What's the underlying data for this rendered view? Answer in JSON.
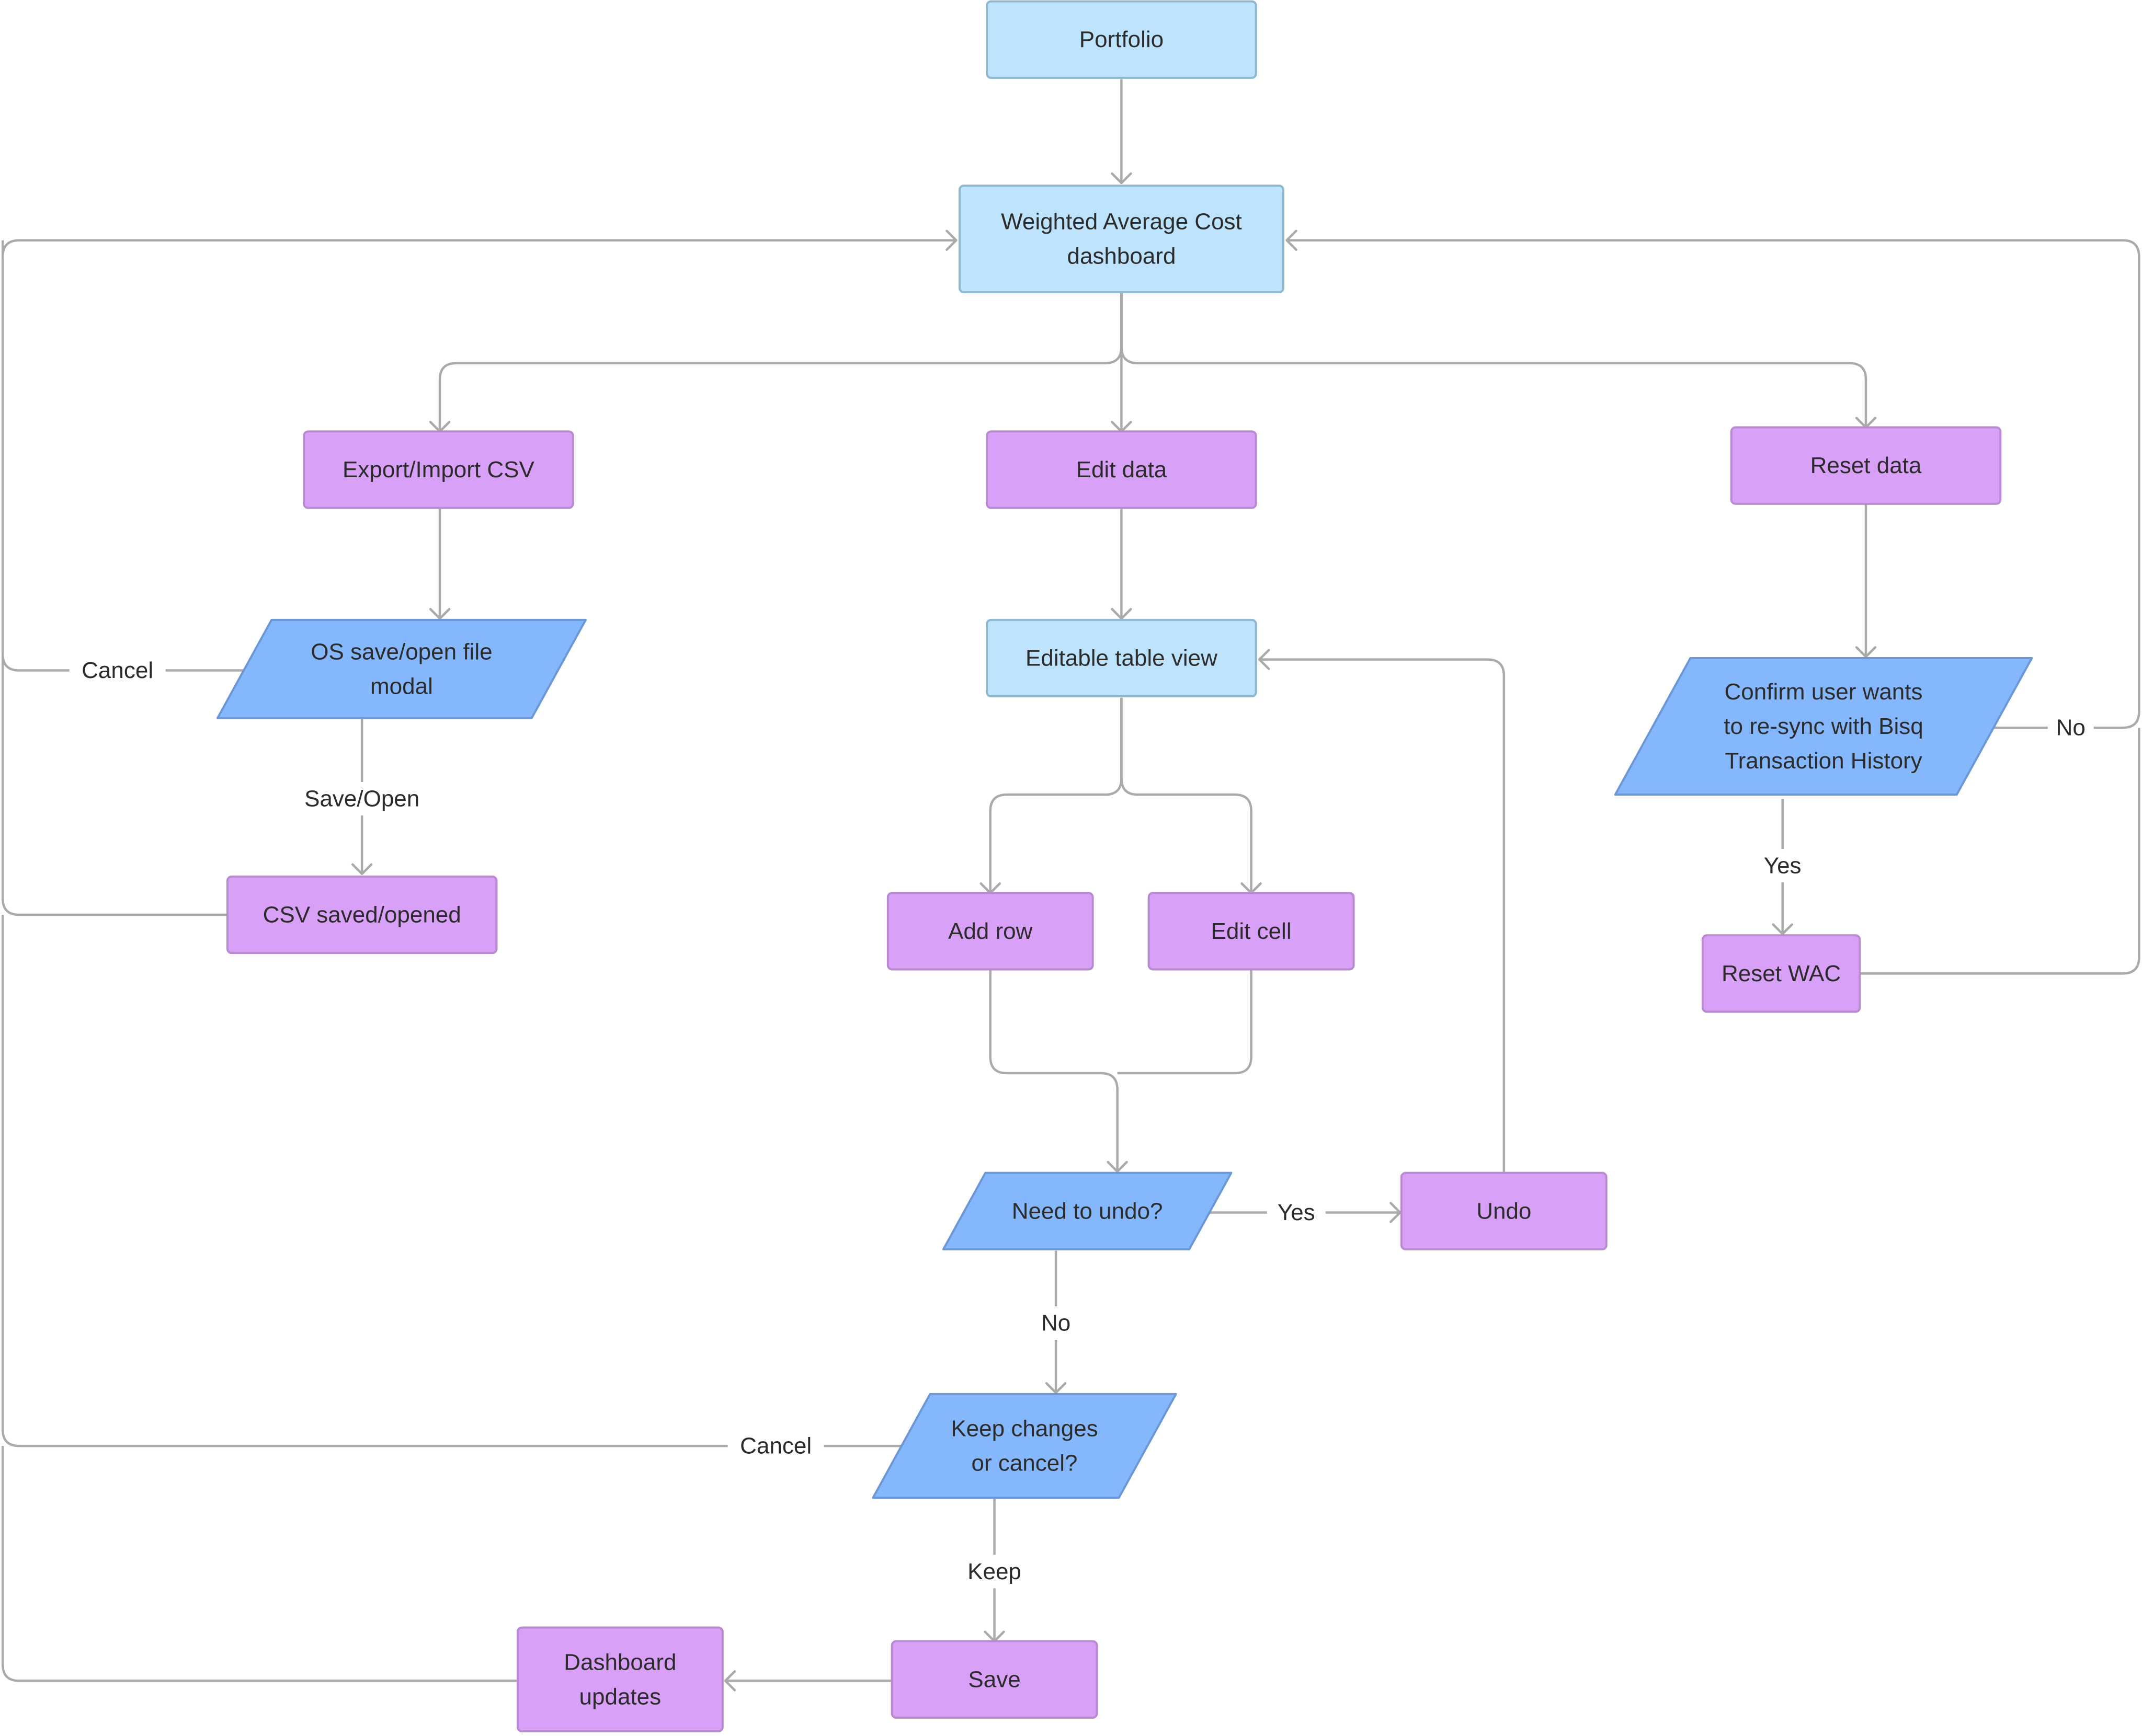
{
  "colors": {
    "process_fill": "#D9A0F7",
    "process_stroke": "#B98AD0",
    "screen_fill": "#BDE3FD",
    "screen_stroke": "#8FB7CF",
    "decision_fill": "#85B7FC",
    "decision_stroke": "#6B97D6",
    "edge": "#AAAAAA",
    "text": "#2B2B2B"
  },
  "nodes": {
    "portfolio": {
      "label": [
        "Portfolio"
      ]
    },
    "wac_dashboard": {
      "label": [
        "Weighted Average Cost",
        "dashboard"
      ]
    },
    "export_import_csv": {
      "label": [
        "Export/Import CSV"
      ]
    },
    "edit_data": {
      "label": [
        "Edit data"
      ]
    },
    "reset_data": {
      "label": [
        "Reset data"
      ]
    },
    "os_modal": {
      "label": [
        "OS save/open file",
        "modal"
      ]
    },
    "editable_table": {
      "label": [
        "Editable table view"
      ]
    },
    "confirm_resync": {
      "label": [
        "Confirm user wants",
        "to re-sync with  Bisq",
        "Transaction History"
      ]
    },
    "csv_saved": {
      "label": [
        "CSV saved/opened"
      ]
    },
    "add_row": {
      "label": [
        "Add row"
      ]
    },
    "edit_cell": {
      "label": [
        "Edit cell"
      ]
    },
    "reset_wac": {
      "label": [
        "Reset WAC"
      ]
    },
    "need_undo": {
      "label": [
        "Need to undo?"
      ]
    },
    "undo": {
      "label": [
        "Undo"
      ]
    },
    "keep_or_cancel": {
      "label": [
        "Keep changes",
        "or cancel?"
      ]
    },
    "save": {
      "label": [
        "Save"
      ]
    },
    "dashboard_updates": {
      "label": [
        "Dashboard",
        "updates"
      ]
    }
  },
  "edge_labels": {
    "os_cancel": "Cancel",
    "os_save_open": "Save/Open",
    "confirm_no": "No",
    "confirm_yes": "Yes",
    "undo_yes": "Yes",
    "undo_no": "No",
    "keep_cancel": "Cancel",
    "keep_keep": "Keep"
  }
}
